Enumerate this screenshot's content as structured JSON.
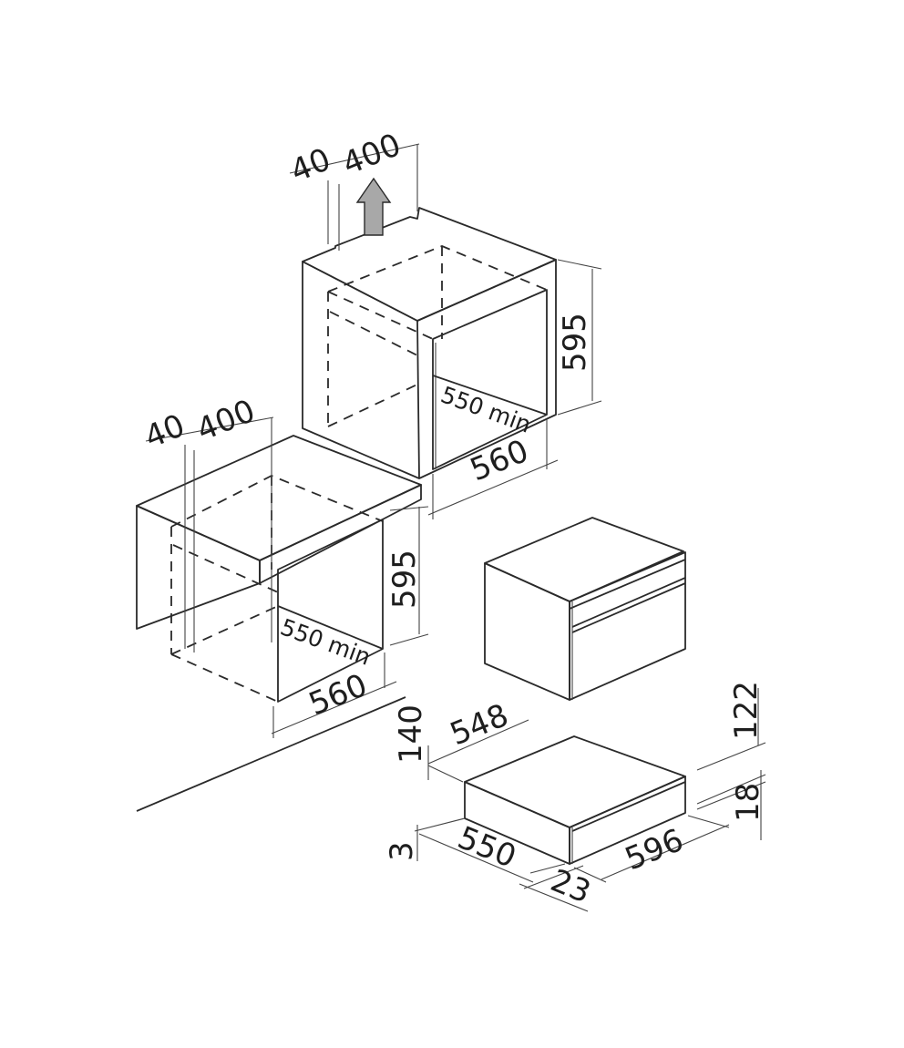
{
  "colors": {
    "outline": "#2a2a2a",
    "cavity_fill": "#9a9a9a",
    "counter_fill": "#d4d4d4",
    "appliance_front": "#bdbdbd",
    "arrow_fill": "#a8a8a8"
  },
  "column_install": {
    "vent_gap": "40",
    "vent_depth": "400",
    "height": "595",
    "depth_min": "550 min",
    "width": "560"
  },
  "under_counter_install": {
    "vent_gap": "40",
    "vent_depth": "400",
    "height": "595",
    "depth_min": "550 min",
    "width": "560"
  },
  "drawer_dims": {
    "niche_height": "140",
    "body_depth": "548",
    "appliance_height": "122",
    "front_thickness": "18",
    "bottom_offset": "3",
    "depth": "550",
    "front_overhang": "23",
    "front_width": "596"
  }
}
